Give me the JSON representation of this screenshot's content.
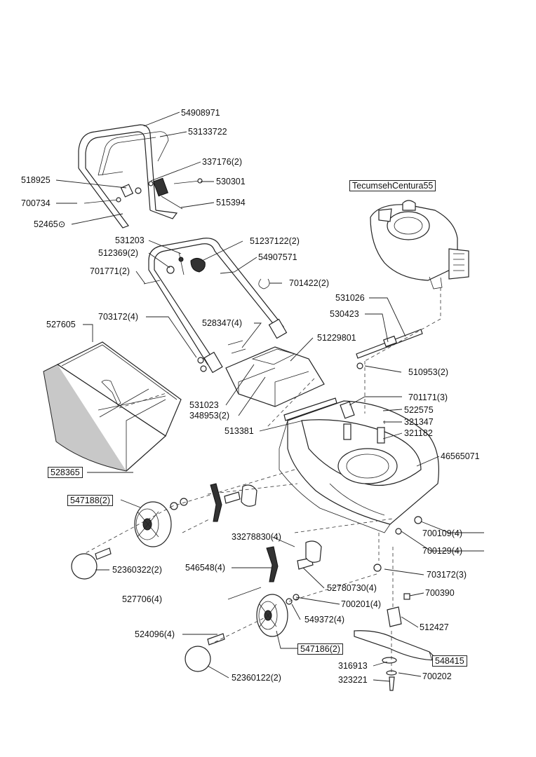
{
  "labels": {
    "p54908971": "54908971",
    "p53133722": "53133722",
    "p337176": "337176(2)",
    "p518925": "518925",
    "p530301": "530301",
    "p700734": "700734",
    "p515394": "515394",
    "p52465": "52465⊙",
    "engine": "TecumsehCentura55",
    "p531203": "531203",
    "p51237122": "51237122(2)",
    "p512369": "512369(2)",
    "p54907571": "54907571",
    "p701771": "701771(2)",
    "p701422": "701422(2)",
    "p531026": "531026",
    "p530423": "530423",
    "p527605": "527605",
    "p703172_4": "703172(4)",
    "p528347": "528347(4)",
    "p51229801": "51229801",
    "p510953": "510953(2)",
    "p531023": "531023",
    "p348953": "348953(2)",
    "p701171": "701171(3)",
    "p522575": "522575",
    "p321347": "321347",
    "p513381": "513381",
    "p321182": "321182",
    "p528365": "528365",
    "p46565071": "46565071",
    "p547188": "547188(2)",
    "p33278830": "33278830(4)",
    "p700109": "700109(4)",
    "p700129": "700129(4)",
    "p52360322": "52360322(2)",
    "p546548": "546548(4)",
    "p703172_3": "703172(3)",
    "p52780730": "52780730(4)",
    "p527706": "527706(4)",
    "p700390": "700390",
    "p700201": "700201(4)",
    "p549372": "549372(4)",
    "p512427": "512427",
    "p524096": "524096(4)",
    "p547186": "547186(2)",
    "p548415": "548415",
    "p316913": "316913",
    "p700202": "700202",
    "p52360122": "52360122(2)",
    "p323221": "323221"
  }
}
